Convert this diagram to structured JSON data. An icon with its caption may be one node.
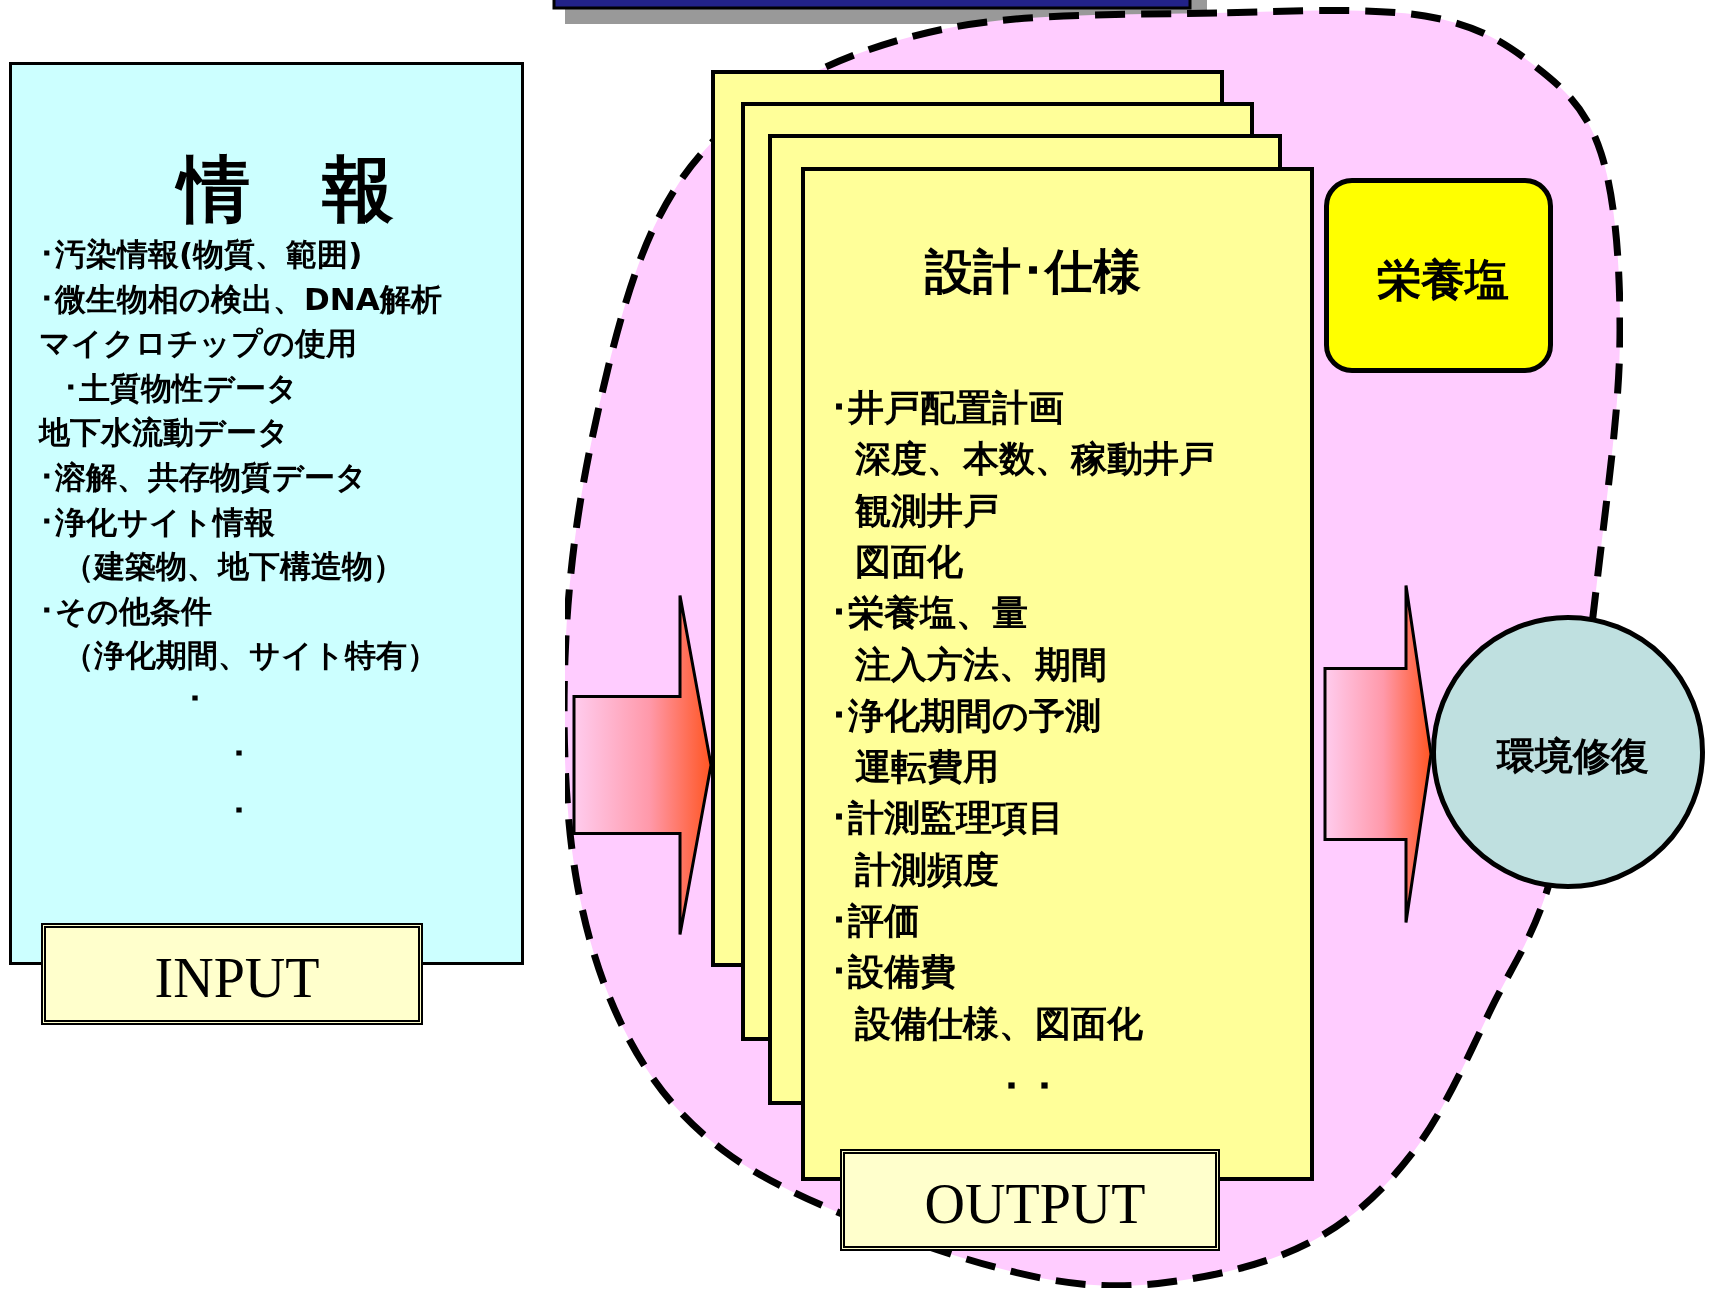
{
  "diagram": {
    "nodes": [
      {
        "text": [
          "情　報",
          "･汚染情報(物質、範囲)",
          "･微生物相の検出、DNA解析",
          "マイクロチップの使用",
          "･土質物性データ",
          "地下水流動データ",
          "･溶解、共存物質データ",
          "･浄化サイト情報",
          "（建築物、地下構造物）",
          "･その他条件",
          "（浄化期間、サイト特有）",
          "･",
          "･",
          "･"
        ]
      },
      {
        "text": [
          "INPUT"
        ]
      },
      {
        "text": [],
        "shape": "cloud"
      },
      {
        "text": [
          "設計･仕様",
          "･井戸配置計画",
          "深度、本数、稼動井戸",
          "観測井戸",
          "図面化",
          "･栄養塩、量",
          "注入方法、期間",
          "･浄化期間の予測",
          "運転費用",
          "･計測監理項目",
          "計測頻度",
          "･評価",
          "･設備費",
          "設備仕様、図面化",
          "･ ･"
        ],
        "in": 2
      },
      {
        "text": [
          "OUTPUT"
        ],
        "in": 2
      },
      {
        "text": [
          "栄養塩"
        ],
        "in": 2
      },
      {
        "text": [
          "環境修復"
        ]
      }
    ],
    "edges": [
      {
        "from": 0,
        "to": 3,
        "arrow": "to",
        "style": "thick"
      },
      {
        "from": 3,
        "to": 6,
        "arrow": "to",
        "style": "thick"
      }
    ]
  }
}
